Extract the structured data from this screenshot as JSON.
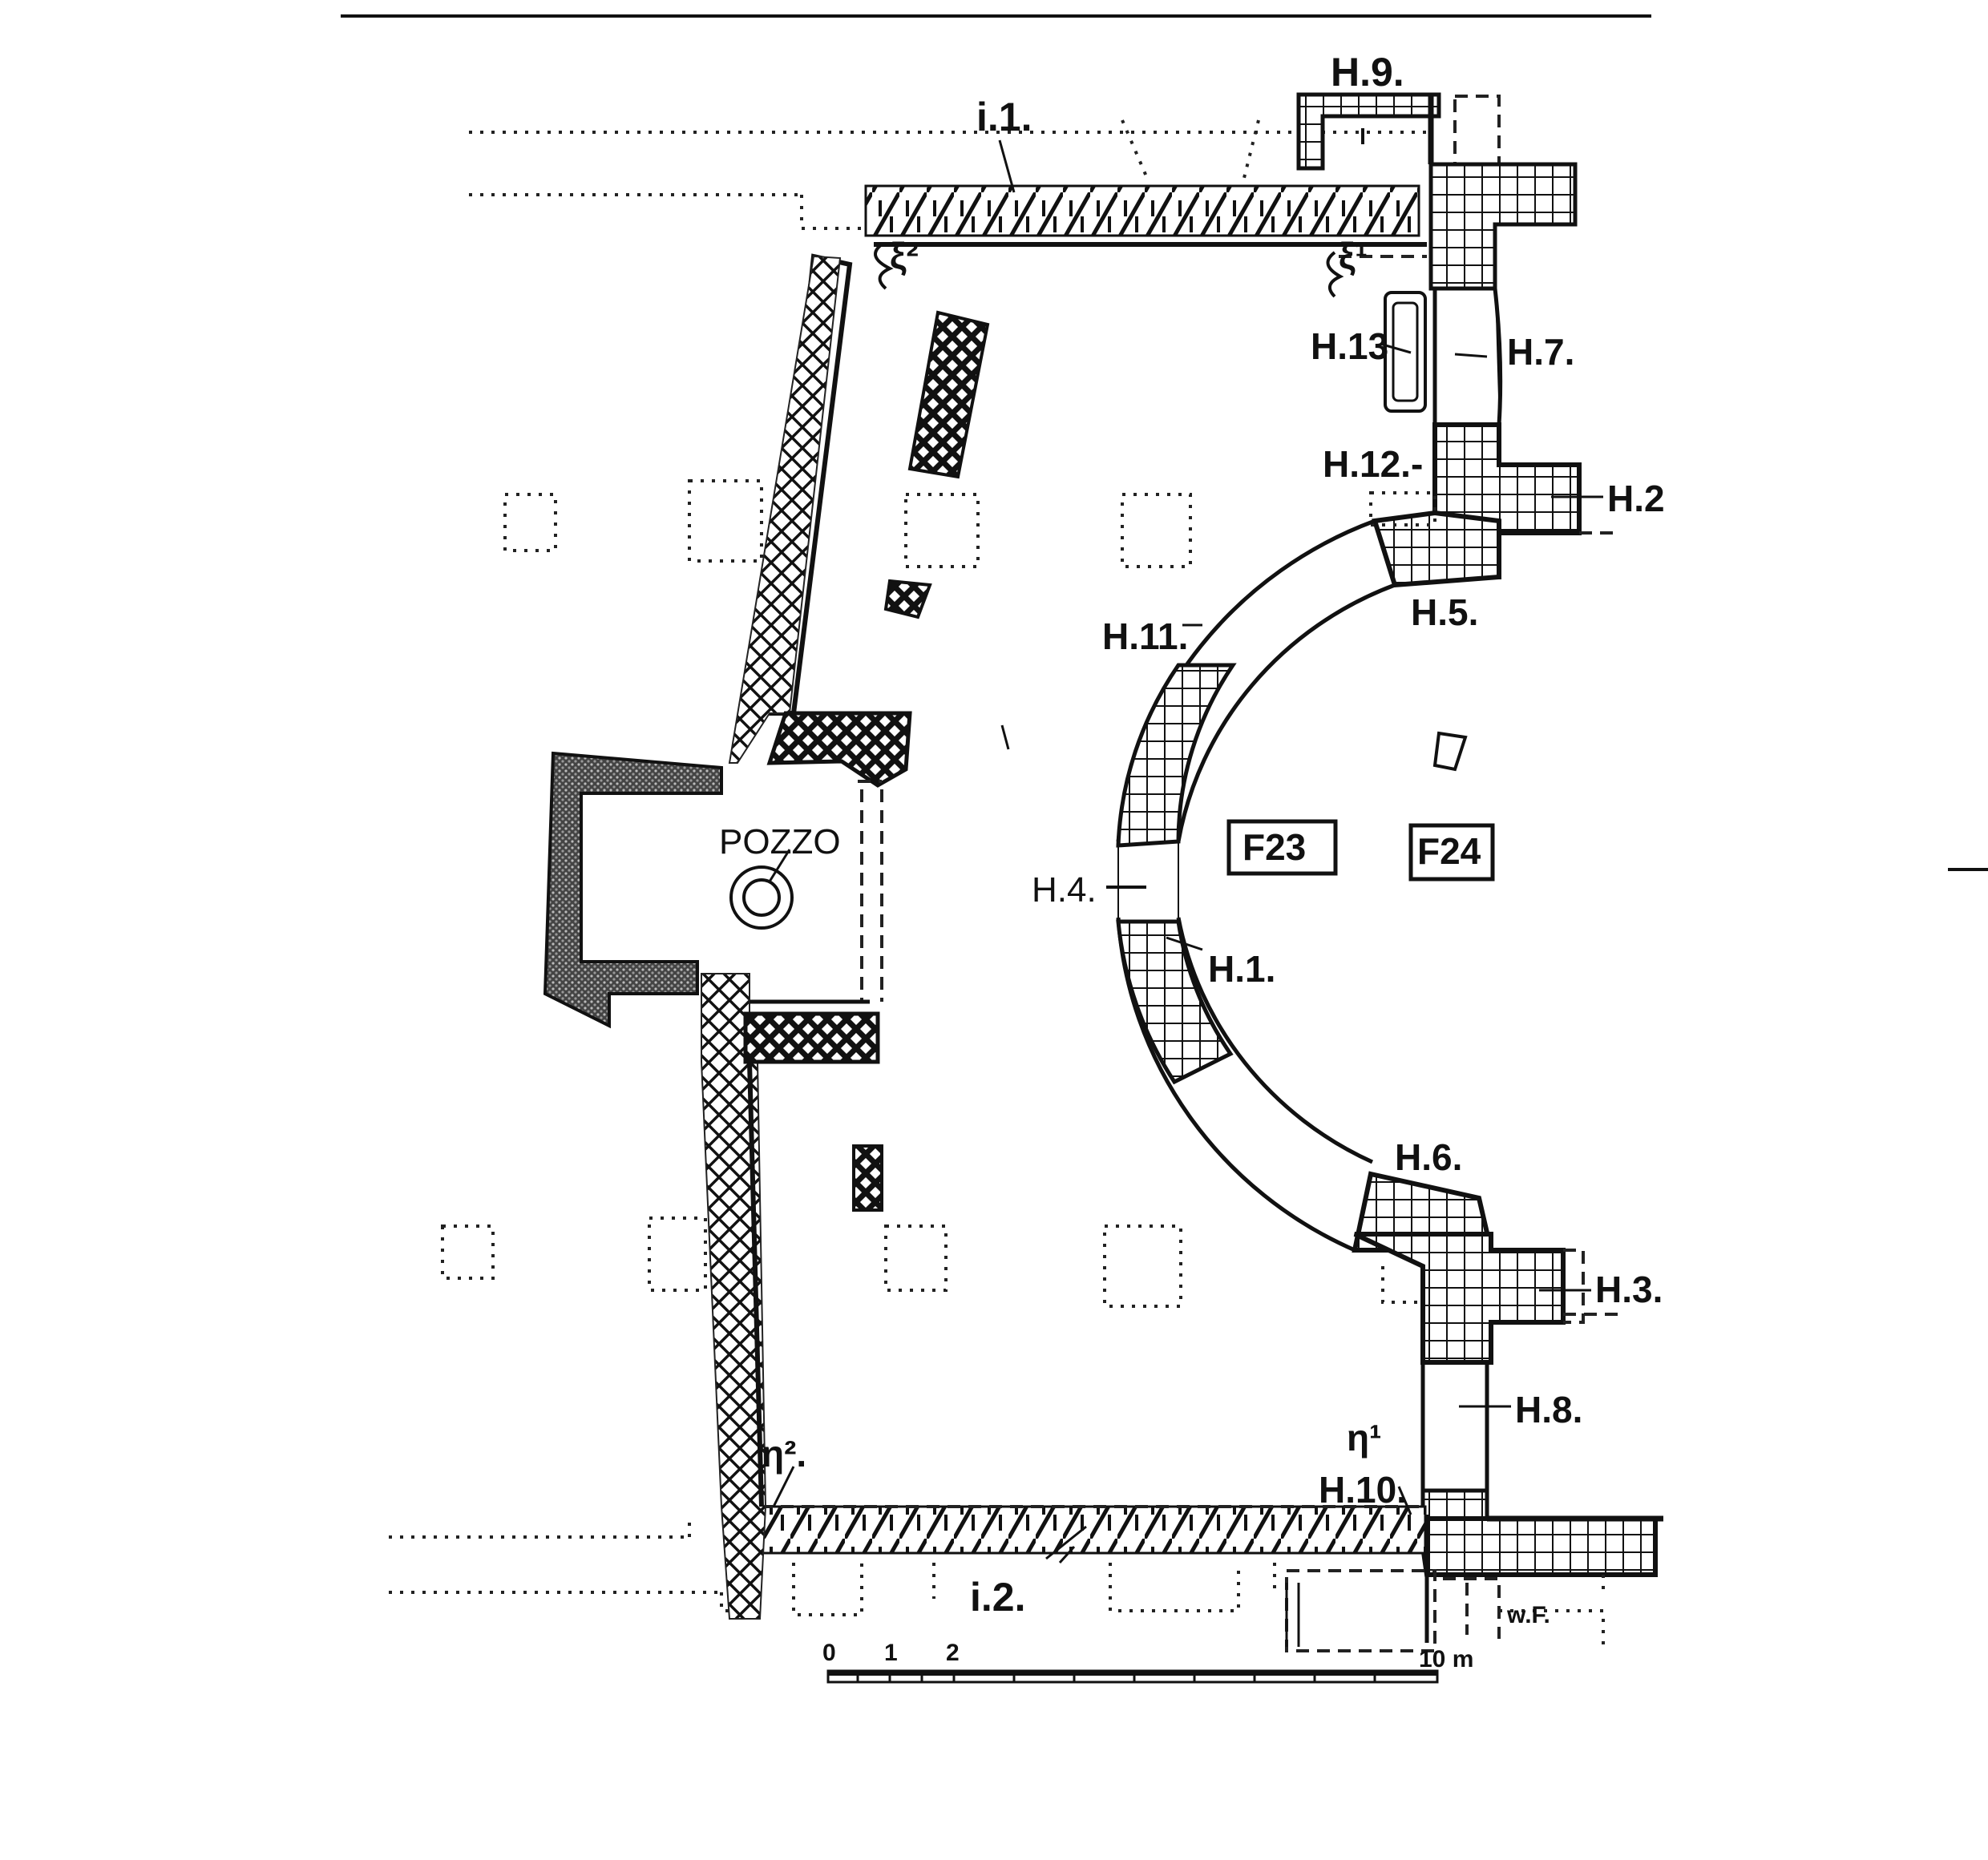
{
  "labels": {
    "h9": "H.9.",
    "i1": "i.1.",
    "xi2": "ξ²",
    "xi1": "ξ¹",
    "h13": "H.13",
    "h7": "H.7.",
    "h12": "H.12.-",
    "h2": "H.2",
    "h5": "H.5.",
    "h11": "H.11.",
    "pozzo": "POZZO",
    "f23": "F23",
    "f24": "F24",
    "h4": "H.4.",
    "h1": "H.1.",
    "h6": "H.6.",
    "h3": "H.3.",
    "h8": "H.8.",
    "eta1": "η¹",
    "h10": "H.10.",
    "eta2": "η².",
    "i2": "i.2.",
    "wf": "w.F."
  },
  "scale": {
    "tick0": "0",
    "tick1": "1",
    "tick2": "2",
    "tick10": "10 m"
  }
}
